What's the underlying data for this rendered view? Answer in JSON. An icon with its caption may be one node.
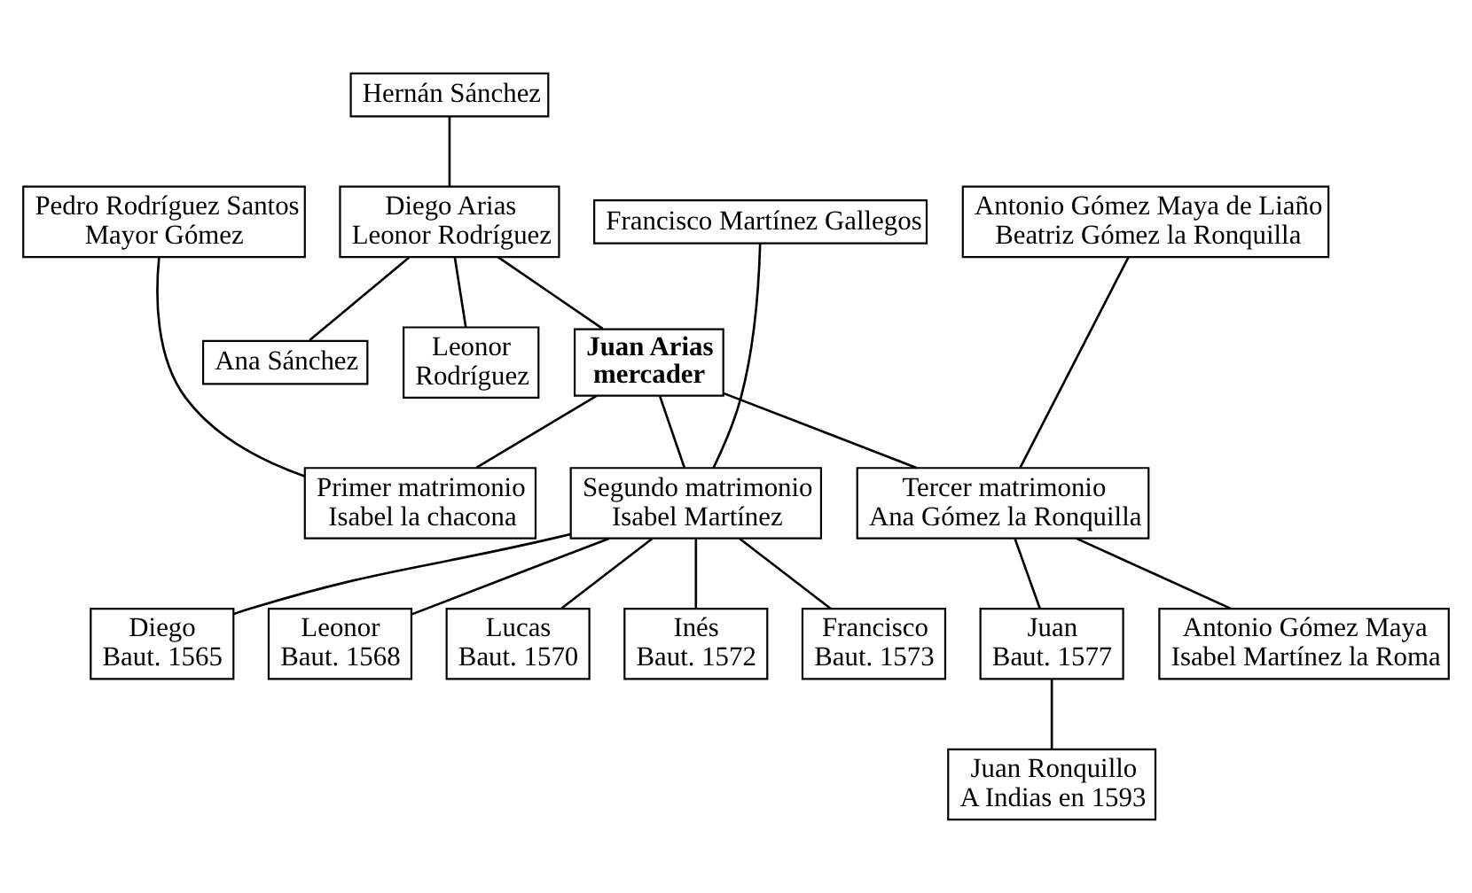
{
  "diagram": {
    "nodes": [
      {
        "text": [
          "Hernán Sánchez"
        ]
      },
      {
        "text": [
          "Pedro Rodríguez Santos",
          "Mayor Gómez"
        ]
      },
      {
        "text": [
          "Diego Arias",
          "Leonor Rodríguez"
        ]
      },
      {
        "text": [
          "Francisco Martínez Gallegos"
        ]
      },
      {
        "text": [
          "Antonio Gómez Maya de Liaño",
          "Beatriz Gómez la Ronquilla"
        ]
      },
      {
        "text": [
          "Ana Sánchez"
        ]
      },
      {
        "text": [
          "Leonor Rodríguez"
        ]
      },
      {
        "text": [
          "Juan Arias mercader"
        ]
      },
      {
        "text": [
          "Primer matrimonio",
          "Isabel la chacona"
        ]
      },
      {
        "text": [
          "Segundo matrimonio",
          "Isabel Martínez"
        ]
      },
      {
        "text": [
          "Tercer matrimonio",
          "Ana Gómez la Ronquilla"
        ]
      },
      {
        "text": [
          "Diego",
          "Baut. 1565"
        ]
      },
      {
        "text": [
          "Leonor",
          "Baut. 1568"
        ]
      },
      {
        "text": [
          "Lucas",
          "Baut. 1570"
        ]
      },
      {
        "text": [
          "Inés",
          "Baut. 1572"
        ]
      },
      {
        "text": [
          "Francisco",
          "Baut. 1573"
        ]
      },
      {
        "text": [
          "Juan",
          "Baut. 1577"
        ]
      },
      {
        "text": [
          "Antonio Gómez Maya",
          "Isabel Martínez la Roma"
        ]
      },
      {
        "text": [
          "Juan Ronquillo",
          "A Indias en 1593"
        ]
      }
    ],
    "edges": [
      {
        "from": 0,
        "to": 2,
        "arrow": "none"
      },
      {
        "from": 2,
        "to": 5,
        "arrow": "none"
      },
      {
        "from": 2,
        "to": 6,
        "arrow": "none"
      },
      {
        "from": 2,
        "to": 7,
        "arrow": "none"
      },
      {
        "from": 1,
        "to": 8,
        "arrow": "none"
      },
      {
        "from": 7,
        "to": 8,
        "arrow": "none"
      },
      {
        "from": 7,
        "to": 9,
        "arrow": "none"
      },
      {
        "from": 3,
        "to": 9,
        "arrow": "none"
      },
      {
        "from": 7,
        "to": 10,
        "arrow": "none"
      },
      {
        "from": 4,
        "to": 10,
        "arrow": "none"
      },
      {
        "from": 9,
        "to": 11,
        "arrow": "none"
      },
      {
        "from": 9,
        "to": 12,
        "arrow": "none"
      },
      {
        "from": 9,
        "to": 13,
        "arrow": "none"
      },
      {
        "from": 9,
        "to": 14,
        "arrow": "none"
      },
      {
        "from": 9,
        "to": 15,
        "arrow": "none"
      },
      {
        "from": 10,
        "to": 16,
        "arrow": "none"
      },
      {
        "from": 10,
        "to": 17,
        "arrow": "none"
      },
      {
        "from": 16,
        "to": 18,
        "arrow": "none"
      }
    ]
  }
}
